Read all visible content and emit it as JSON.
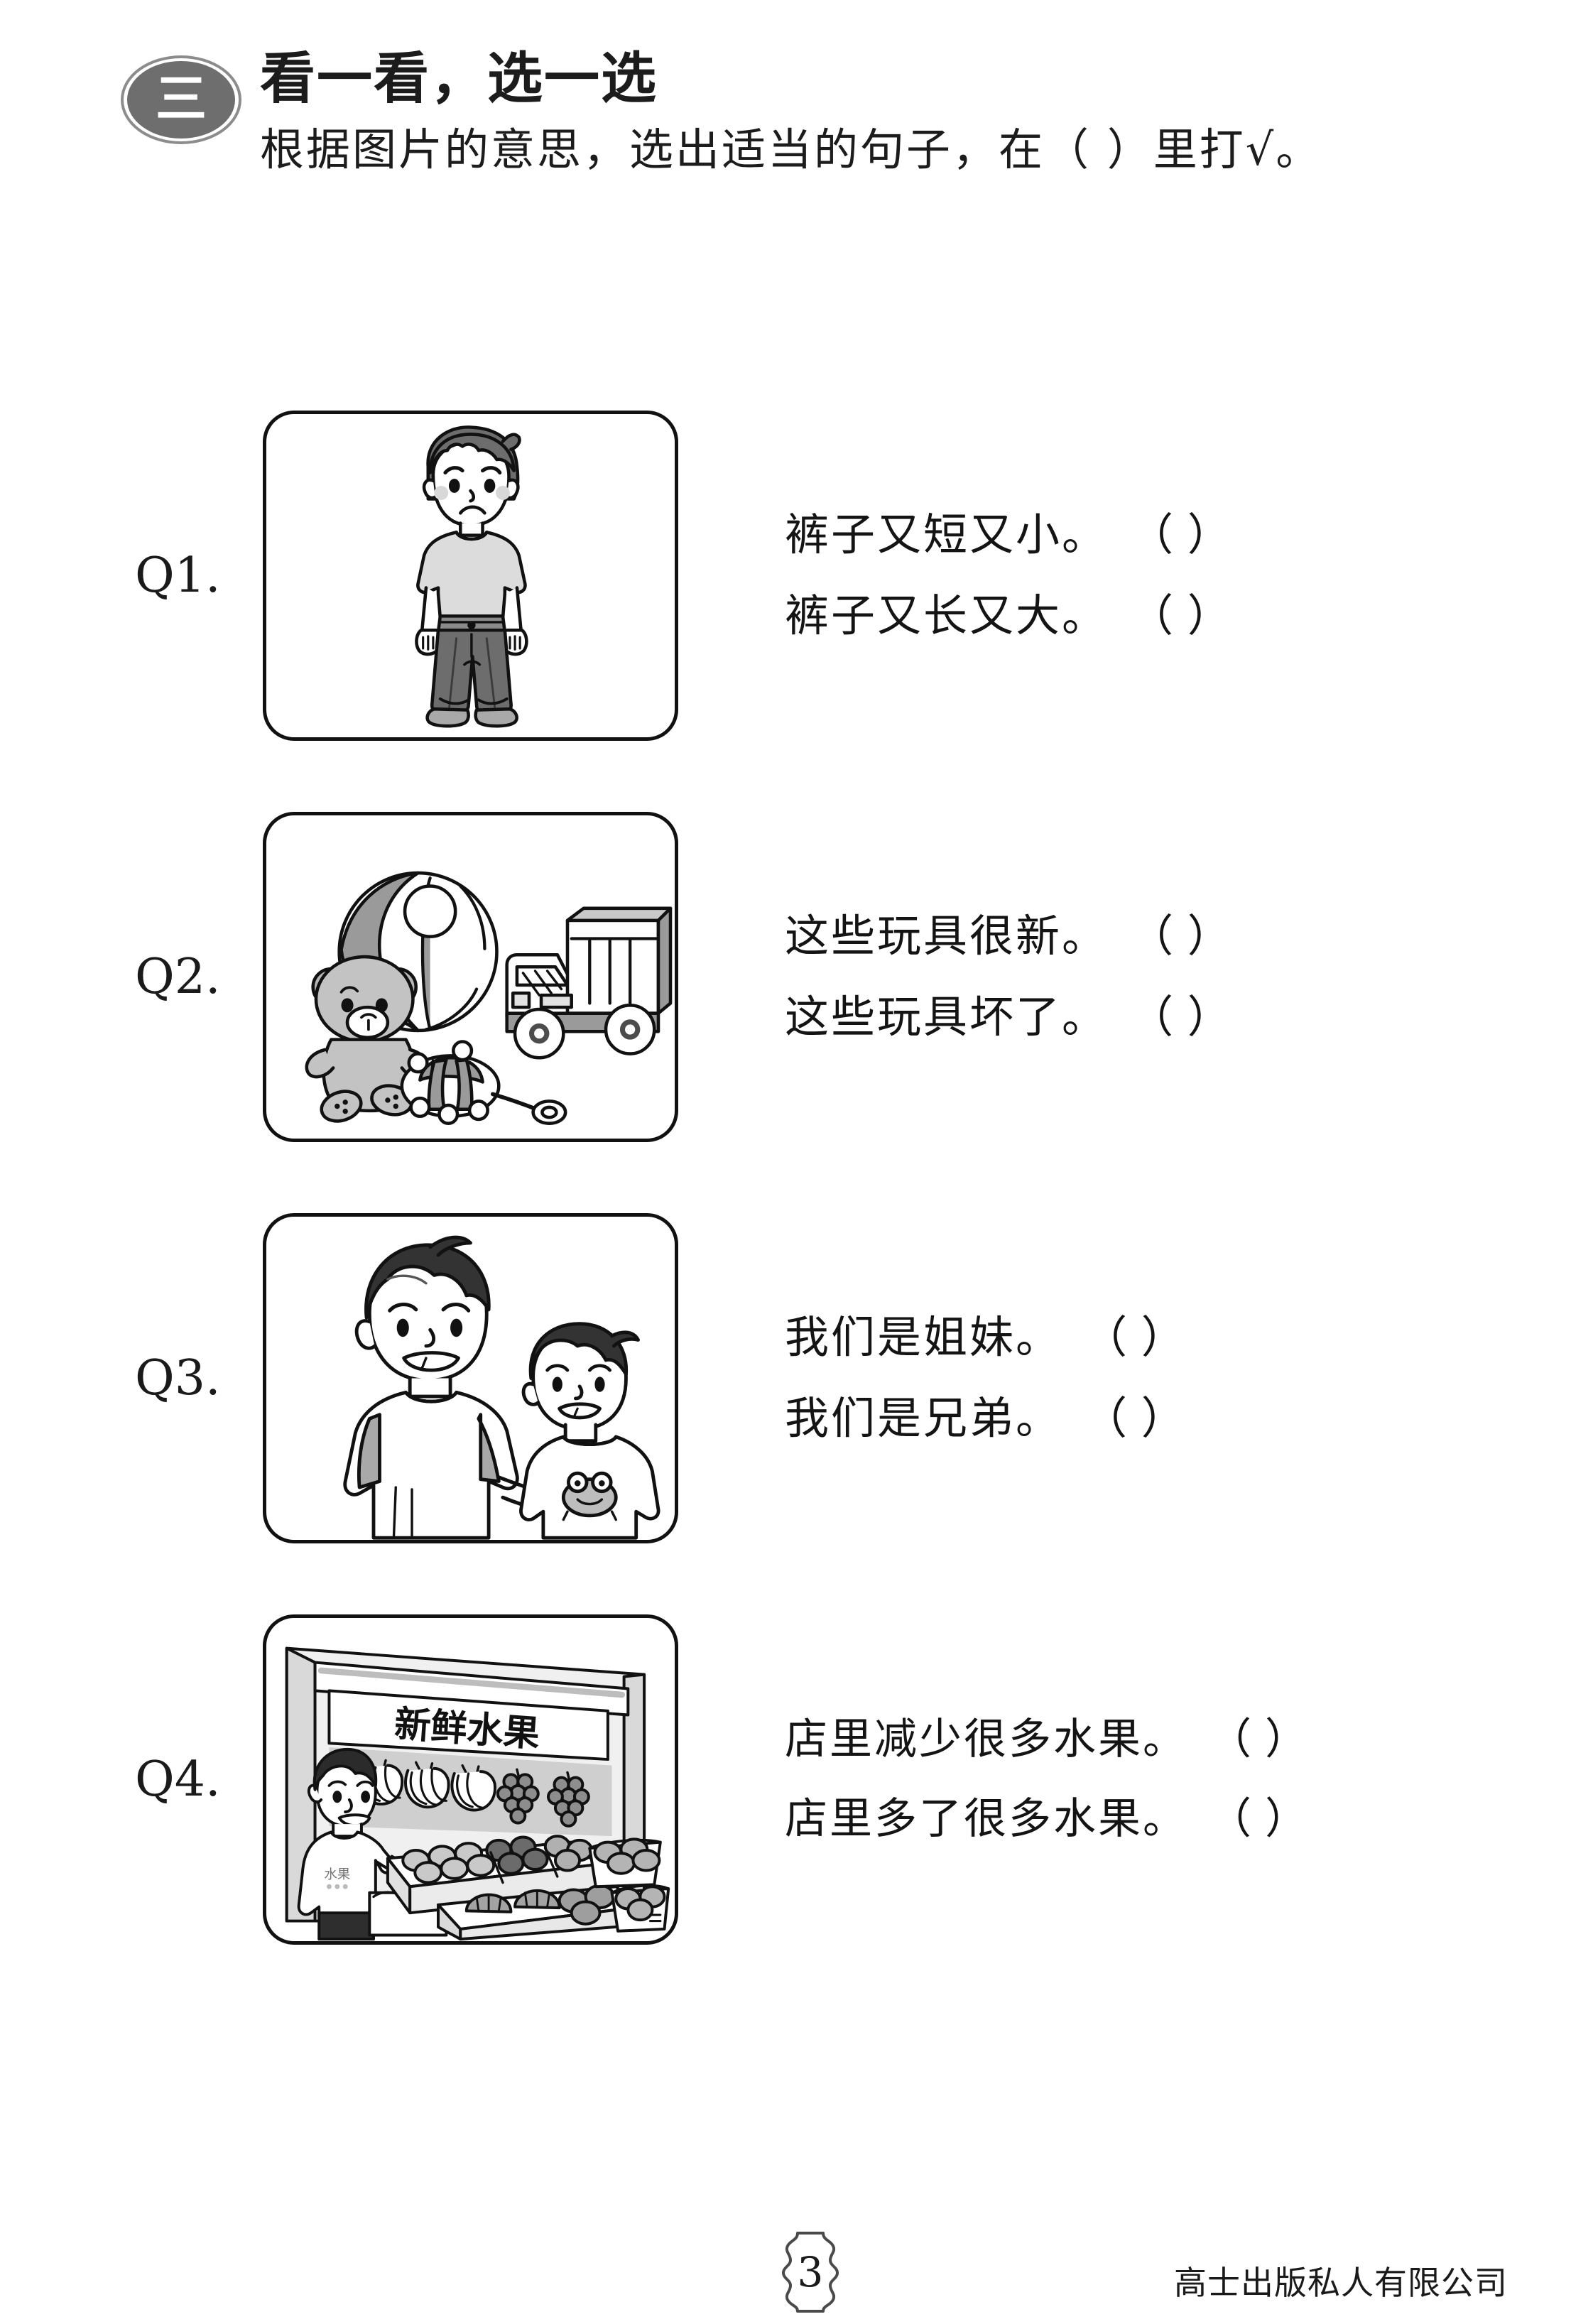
{
  "header": {
    "section_number": "三",
    "title": "看一看，选一选",
    "instruction": "根据图片的意思，选出适当的句子，在（  ）里打√。"
  },
  "questions": [
    {
      "label": "Q1.",
      "image_alt": "sad-boy-wearing-oversized-trousers",
      "options": [
        {
          "sentence": "裤子又短又小。",
          "bracket": "（    ）"
        },
        {
          "sentence": "裤子又长又大。",
          "bracket": "（    ）"
        }
      ]
    },
    {
      "label": "Q2.",
      "image_alt": "toys-teddy-bear-beach-ball-truck-turtle",
      "options": [
        {
          "sentence": "这些玩具很新。",
          "bracket": "（    ）"
        },
        {
          "sentence": "这些玩具坏了。",
          "bracket": "（    ）"
        }
      ]
    },
    {
      "label": "Q3.",
      "image_alt": "two-brothers-smiling",
      "options": [
        {
          "sentence": "我们是姐妹。",
          "bracket": "（    ）"
        },
        {
          "sentence": "我们是兄弟。",
          "bracket": "（    ）"
        }
      ]
    },
    {
      "label": "Q4.",
      "image_alt": "fruit-shop-with-full-display",
      "shop_sign": "新鲜水果",
      "shirt_text": "水果",
      "options": [
        {
          "sentence": "店里减少很多水果。",
          "bracket": "（    ）"
        },
        {
          "sentence": "店里多了很多水果。",
          "bracket": "（    ）"
        }
      ]
    }
  ],
  "footer": {
    "page_number": "3",
    "publisher": "高士出版私人有限公司"
  },
  "colors": {
    "ink": "#1a1a1a",
    "badge_fill": "#6e6e6e",
    "badge_ring": "#8c8c8c",
    "art_mid_gray": "#9a9a9a",
    "art_light_gray": "#d4d4d4",
    "art_dark_gray": "#5a5a5a"
  }
}
